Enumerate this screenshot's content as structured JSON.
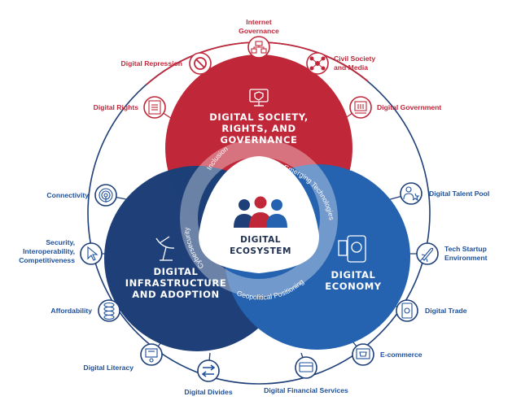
{
  "colors": {
    "red": "#c0283a",
    "dark_blue": "#1e3f78",
    "mid_blue": "#2563b0",
    "ring_blue": "#1e3f78",
    "label_blue": "#1d4f9a"
  },
  "circles": {
    "society": "DIGITAL SOCIETY, RIGHTS, AND GOVERNANCE",
    "society_lines": [
      "DIGITAL SOCIETY,",
      "RIGHTS, AND",
      "GOVERNANCE"
    ],
    "infrastructure_lines": [
      "DIGITAL",
      "INFRASTRUCTURE",
      "AND ADOPTION"
    ],
    "economy_lines": [
      "DIGITAL",
      "ECONOMY"
    ]
  },
  "center": {
    "lines": [
      "DIGITAL",
      "ECOSYSTEM"
    ]
  },
  "cross_cutting": [
    "Inclusion",
    "Emerging Technologies",
    "Cybersecurity",
    "Geopolitical Positioning"
  ],
  "nodes": [
    {
      "label_lines": [
        "Internet",
        "Governance"
      ],
      "icon": "org-chart-icon",
      "color": "red"
    },
    {
      "label_lines": [
        "Civil Society",
        "and Media"
      ],
      "icon": "network-icon",
      "color": "red"
    },
    {
      "label_lines": [
        "Digital Government"
      ],
      "icon": "government-building-icon",
      "color": "red"
    },
    {
      "label_lines": [
        "Digital Talent Pool"
      ],
      "icon": "person-star-icon",
      "color": "blue"
    },
    {
      "label_lines": [
        "Tech Startup",
        "Environment"
      ],
      "icon": "rocket-icon",
      "color": "blue"
    },
    {
      "label_lines": [
        "Digital Trade"
      ],
      "icon": "tablet-icon",
      "color": "blue"
    },
    {
      "label_lines": [
        "E-commerce"
      ],
      "icon": "shopping-screen-icon",
      "color": "blue"
    },
    {
      "label_lines": [
        "Digital Financial Services"
      ],
      "icon": "card-icon",
      "color": "blue"
    },
    {
      "label_lines": [
        "Digital Divides"
      ],
      "icon": "divide-arrows-icon",
      "color": "blue"
    },
    {
      "label_lines": [
        "Digital Literacy"
      ],
      "icon": "learning-icon",
      "color": "blue"
    },
    {
      "label_lines": [
        "Affordability"
      ],
      "icon": "coins-icon",
      "color": "blue"
    },
    {
      "label_lines": [
        "Security,",
        "Interoperability,",
        "Competitiveness"
      ],
      "icon": "cursor-icon",
      "color": "blue"
    },
    {
      "label_lines": [
        "Connectivity"
      ],
      "icon": "wifi-icon",
      "color": "blue"
    },
    {
      "label_lines": [
        "Digital Rights"
      ],
      "icon": "document-icon",
      "color": "red"
    },
    {
      "label_lines": [
        "Digital Repression"
      ],
      "icon": "prohibited-icon",
      "color": "red"
    }
  ]
}
